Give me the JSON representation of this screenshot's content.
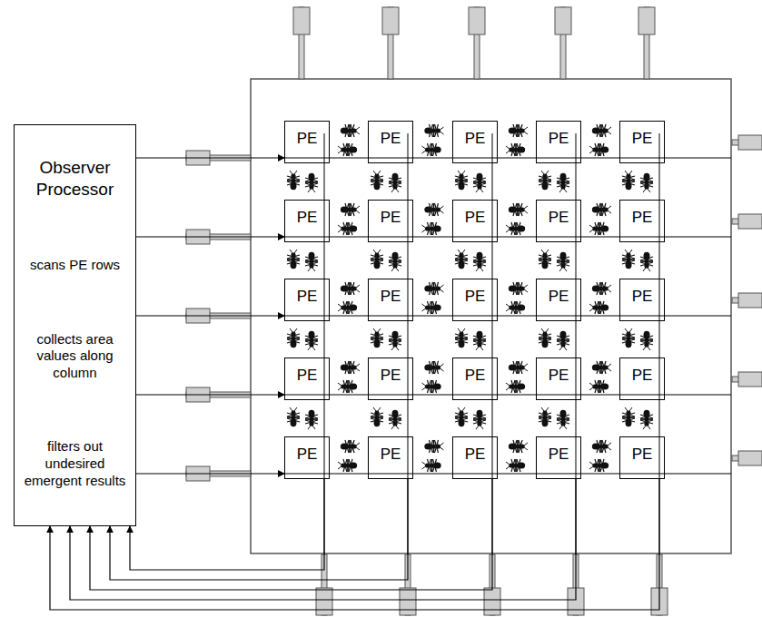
{
  "diagram": {
    "nodes": [
      {
        "text": [
          "Observer Processor",
          "scans PE rows",
          "collects area values along column",
          "filters out undesired emergent results"
        ]
      },
      {
        "text": [
          "PE"
        ]
      },
      {
        "text": [
          "PE"
        ]
      },
      {
        "text": [
          "PE"
        ]
      },
      {
        "text": [
          "PE"
        ]
      },
      {
        "text": [
          "PE"
        ]
      },
      {
        "text": [
          "PE"
        ]
      },
      {
        "text": [
          "PE"
        ]
      },
      {
        "text": [
          "PE"
        ]
      },
      {
        "text": [
          "PE"
        ]
      },
      {
        "text": [
          "PE"
        ]
      },
      {
        "text": [
          "PE"
        ]
      },
      {
        "text": [
          "PE"
        ]
      },
      {
        "text": [
          "PE"
        ]
      },
      {
        "text": [
          "PE"
        ]
      },
      {
        "text": [
          "PE"
        ]
      },
      {
        "text": [
          "PE"
        ]
      },
      {
        "text": [
          "PE"
        ]
      },
      {
        "text": [
          "PE"
        ]
      },
      {
        "text": [
          "PE"
        ]
      },
      {
        "text": [
          "PE"
        ]
      },
      {
        "text": [
          "PE"
        ]
      },
      {
        "text": [
          "PE"
        ]
      },
      {
        "text": [
          "PE"
        ]
      },
      {
        "text": [
          "PE"
        ]
      },
      {
        "text": [
          "PE"
        ]
      }
    ],
    "edges": [
      {
        "from": 0,
        "to": 1,
        "arrow": "to"
      },
      {
        "from": 0,
        "to": 6,
        "arrow": "to"
      },
      {
        "from": 0,
        "to": 11,
        "arrow": "to"
      },
      {
        "from": 0,
        "to": 16,
        "arrow": "to"
      },
      {
        "from": 0,
        "to": 21,
        "arrow": "to"
      },
      {
        "from": 21,
        "to": 0,
        "arrow": "to"
      },
      {
        "from": 22,
        "to": 0,
        "arrow": "to"
      },
      {
        "from": 23,
        "to": 0,
        "arrow": "to"
      },
      {
        "from": 24,
        "to": 0,
        "arrow": "to"
      },
      {
        "from": 25,
        "to": 0,
        "arrow": "to"
      }
    ]
  }
}
